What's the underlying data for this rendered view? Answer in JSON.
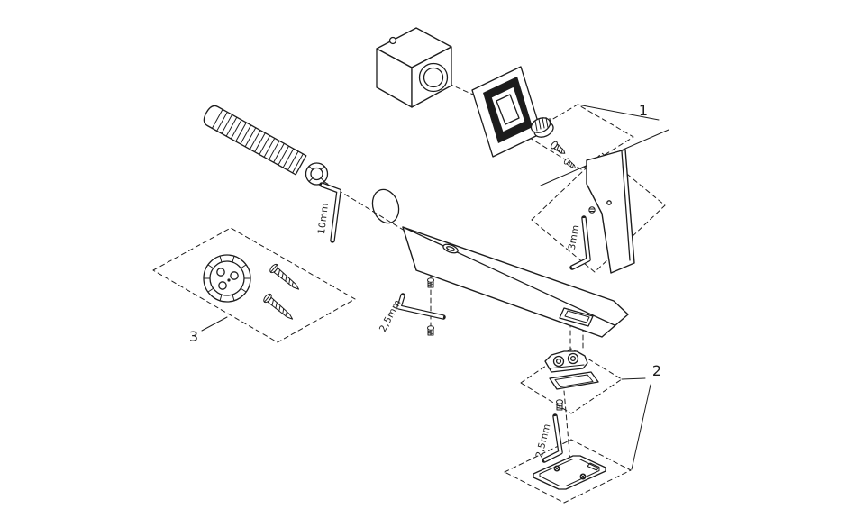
{
  "page": {
    "background": "#ffffff",
    "ink": "#1c1c1c",
    "kind": "exploded-parts-diagram"
  },
  "callouts": {
    "one": "1",
    "two": "2",
    "three": "3"
  },
  "tools": {
    "ten_mm": "10mm",
    "three_mm": "3mm",
    "two_five_mm_spout": "2,5mm",
    "two_five_mm_base": "2,5mm"
  }
}
